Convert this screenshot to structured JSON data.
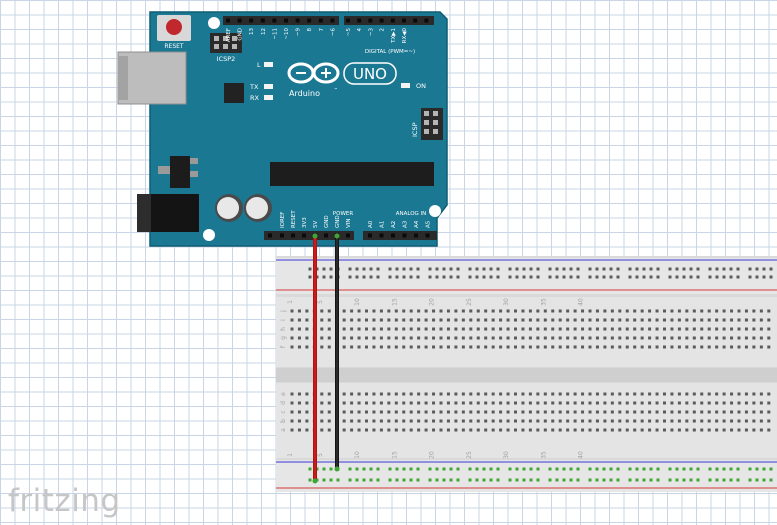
{
  "app": {
    "logo": "fritzing"
  },
  "arduino": {
    "reset_label": "RESET",
    "icsp2_label": "ICSP2",
    "icsp_label": "ICSP",
    "l_label": "L",
    "tx_label": "TX",
    "rx_label": "RX",
    "on_label": "ON",
    "brand": "Arduino",
    "trademark": "™",
    "model": "UNO",
    "digital_label": "DIGITAL (PWM=~)",
    "power_label": "POWER",
    "analog_label": "ANALOG IN",
    "top_pins": [
      "AREF",
      "GND",
      "13",
      "12",
      "~11",
      "~10",
      "~9",
      "8",
      "7",
      "~6",
      "~5",
      "4",
      "~3",
      "2",
      "TX▶1",
      "RX◀0"
    ],
    "power_pins": [
      "IOREF",
      "RESET",
      "3V3",
      "5V",
      "GND",
      "GND",
      "VIN"
    ],
    "analog_pins": [
      "A0",
      "A1",
      "A2",
      "A3",
      "A4",
      "A5"
    ]
  },
  "breadboard": {
    "row_labels": [
      "j",
      "i",
      "h",
      "g",
      "f",
      "e",
      "d",
      "c",
      "b",
      "a"
    ],
    "column_numbers": [
      "1",
      "5",
      "10",
      "15",
      "20",
      "25",
      "30",
      "35",
      "40"
    ]
  },
  "wires": [
    {
      "name": "red-wire",
      "color": "#cc1a1a",
      "from": "5V"
    },
    {
      "name": "black-wire",
      "color": "#1a1a1a",
      "from": "GND"
    }
  ],
  "colors": {
    "board": "#1b7892",
    "board_edge": "#0f5d74",
    "rail_blue": "#3a3ad6",
    "rail_red": "#d63a3a",
    "highlight_hole": "#3fa535"
  }
}
